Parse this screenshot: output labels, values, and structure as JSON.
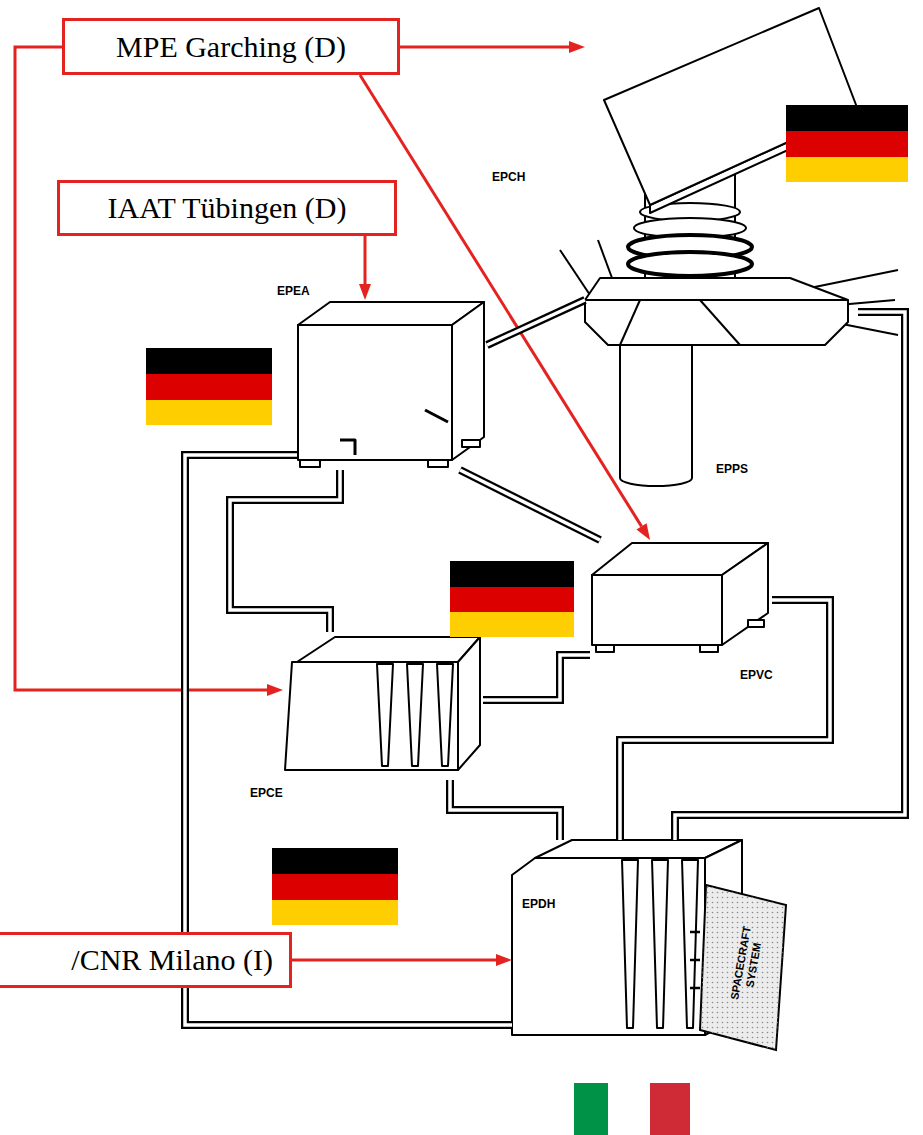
{
  "diagram": {
    "nodes": [
      {
        "text": [
          "MPE Garching (D)"
        ]
      },
      {
        "text": [
          "IAAT Tübingen (D)"
        ]
      },
      {
        "text": [
          "/CNR Milano (I)"
        ]
      },
      {
        "text": [
          "EPCH"
        ]
      },
      {
        "text": [
          "EPEA"
        ]
      },
      {
        "text": [
          "EPPS"
        ]
      },
      {
        "text": [
          "EPVC"
        ]
      },
      {
        "text": [
          "EPCE"
        ]
      },
      {
        "text": [
          "EPDH"
        ]
      },
      {
        "text": [
          "SPACECRAFT SYSTEM"
        ]
      }
    ],
    "edges": [
      {
        "from": 0,
        "to": 3,
        "arrow": "to"
      },
      {
        "from": 0,
        "to": 6,
        "arrow": "to"
      },
      {
        "from": 0,
        "to": 7,
        "arrow": "to"
      },
      {
        "from": 1,
        "to": 4,
        "arrow": "to"
      },
      {
        "from": 2,
        "to": 8,
        "arrow": "to"
      },
      {
        "from": 4,
        "to": 3,
        "arrow": "none"
      },
      {
        "from": 4,
        "to": 6,
        "arrow": "none"
      },
      {
        "from": 4,
        "to": 7,
        "arrow": "none"
      },
      {
        "from": 4,
        "to": 8,
        "arrow": "none"
      },
      {
        "from": 3,
        "to": 8,
        "arrow": "none"
      },
      {
        "from": 6,
        "to": 8,
        "arrow": "none"
      },
      {
        "from": 7,
        "to": 6,
        "arrow": "none"
      },
      {
        "from": 7,
        "to": 8,
        "arrow": "none"
      },
      {
        "from": 8,
        "to": 9,
        "arrow": "none"
      }
    ]
  }
}
